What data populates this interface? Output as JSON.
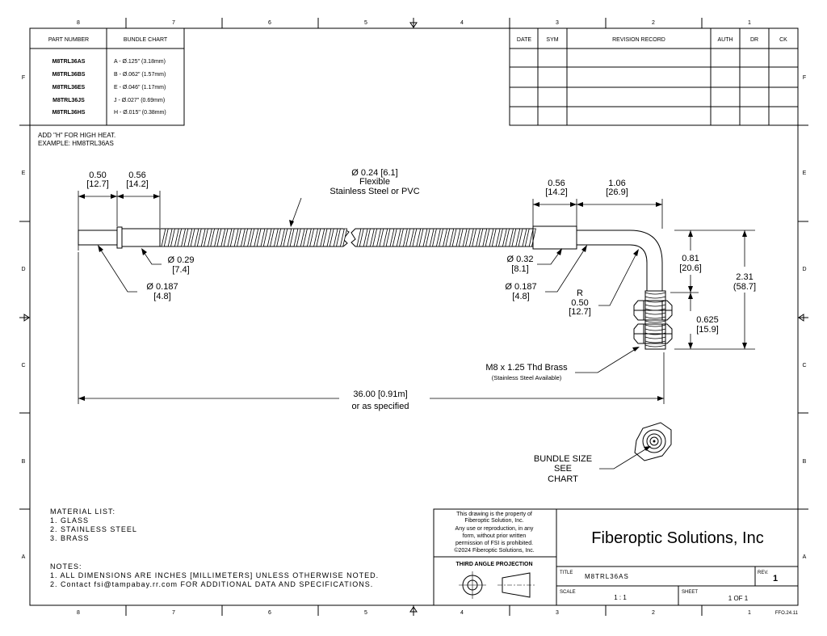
{
  "zones": {
    "cols": [
      "8",
      "7",
      "6",
      "5",
      "4",
      "3",
      "2",
      "1"
    ],
    "rows": [
      "F",
      "E",
      "D",
      "C",
      "B",
      "A"
    ]
  },
  "part_table": {
    "header_part": "PART NUMBER",
    "header_bundle": "BUNDLE CHART",
    "rows": [
      {
        "part": "M8TRL36AS",
        "bundle": "A - Ø.125\" (3.18mm)"
      },
      {
        "part": "M8TRL36BS",
        "bundle": "B - Ø.062\" (1.57mm)"
      },
      {
        "part": "M8TRL36ES",
        "bundle": "E - Ø.046\" (1.17mm)"
      },
      {
        "part": "M8TRL36JS",
        "bundle": "J - Ø.027\" (0.69mm)"
      },
      {
        "part": "M8TRL36HS",
        "bundle": "H - Ø.015\" (0.38mm)"
      }
    ]
  },
  "high_heat_note": [
    "ADD \"H\" FOR HIGH HEAT.",
    "EXAMPLE: HM8TRL36AS"
  ],
  "revision_table": {
    "headers": [
      "DATE",
      "SYM",
      "REVISION RECORD",
      "AUTH",
      "DR",
      "CK"
    ]
  },
  "dims": {
    "left_050": [
      "0.50",
      "[12.7]"
    ],
    "left_056": [
      "0.56",
      "[14.2]"
    ],
    "sheath": [
      "Ø 0.24 [6.1]",
      "Flexible",
      "Stainless Steel or PVC"
    ],
    "right_056": [
      "0.56",
      "[14.2]"
    ],
    "right_106": [
      "1.06",
      "[26.9]"
    ],
    "dia_029": [
      "Ø 0.29",
      "[7.4]"
    ],
    "dia_0187_left": [
      "Ø 0.187",
      "[4.8]"
    ],
    "dia_032": [
      "Ø 0.32",
      "[8.1]"
    ],
    "dia_0187_right": [
      "Ø 0.187",
      "[4.8]"
    ],
    "radius": [
      "R",
      "0.50",
      "[12.7]"
    ],
    "height_081": [
      "0.81",
      "[20.6]"
    ],
    "height_231": [
      "2.31",
      "(58.7]"
    ],
    "height_0625": [
      "0.625",
      "[15.9]"
    ],
    "thread": [
      "M8 x 1.25 Thd Brass",
      "(Stainless Steel Available)"
    ],
    "length": [
      "36.00 [0.91m]",
      "or as specified"
    ],
    "bundle_size": [
      "BUNDLE SIZE",
      "SEE",
      "CHART"
    ]
  },
  "material_list": {
    "title": "MATERIAL LIST:",
    "items": [
      "1.    GLASS",
      "2.    STAINLESS STEEL",
      "3.    BRASS"
    ]
  },
  "notes": {
    "title": "NOTES:",
    "items": [
      "1.    ALL DIMENSIONS ARE INCHES [MILLIMETERS] UNLESS OTHERWISE NOTED.",
      "2.    Contact fsi@tampabay.rr.com FOR ADDITIONAL DATA AND SPECIFICATIONS."
    ]
  },
  "title_block": {
    "property_notice": [
      "This drawing is the property of",
      "Fiberoptic Solution, Inc.",
      "Any use or reproduction, in any",
      "form, without prior written",
      "permission of FSI is prohibited.",
      "©2024 Fiberoptic Solutions, Inc."
    ],
    "projection": "THIRD ANGLE PROJECTION",
    "company": "Fiberoptic Solutions, Inc",
    "title_label": "TITLE",
    "title": "M8TRL36AS",
    "rev_label": "REV.",
    "rev": "1",
    "scale_label": "SCALE",
    "scale": "1  :  1",
    "sheet_label": "SHEET",
    "sheet": "1   OF  1",
    "form_code": "FFO.24.11"
  }
}
